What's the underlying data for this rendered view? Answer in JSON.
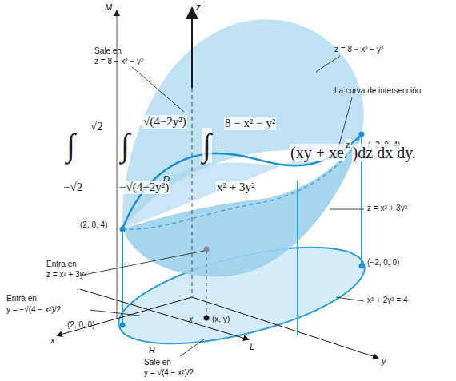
{
  "diagram": {
    "labels": [
      "M",
      "z",
      "Sale en",
      "z = 8 − x² − y²",
      "z = 8 − x² − y²",
      "La curva de intersección",
      "D",
      "(−2, 0, 4)",
      "z = x² + 3y²",
      "(2, 0, 4)",
      "Entra en",
      "z = x² + 3y²",
      "Entra en",
      "y = −√(4 − x²)/2",
      "(−2, 0, 0)",
      "x² + 2y² = 4",
      "(x, y)",
      "x",
      "(2, 0, 0)",
      "R",
      "x",
      "L",
      "y",
      "Sale en",
      "y = √(4 − x²)/2",
      "∫",
      "√2",
      "−√2",
      "∫",
      "√(4−2y²)",
      "−√(4−2y²)",
      "∫",
      "8 − x² − y²",
      "x² + 3y²",
      "(xy + xe",
      "z",
      ")dz dx dy."
    ]
  }
}
